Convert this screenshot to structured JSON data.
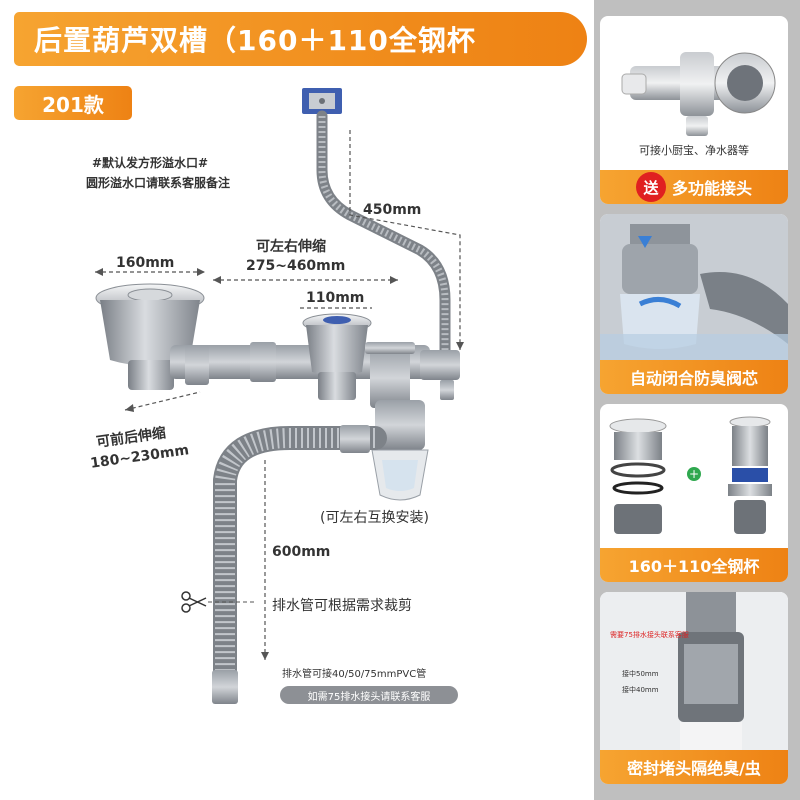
{
  "title": "后置葫芦双槽（160＋110全钢杯",
  "model": "201款",
  "notes": {
    "line1": "#默认发方形溢水口#",
    "line2": "圆形溢水口请联系客服备注"
  },
  "dimensions": {
    "overflow_hose": "450mm",
    "stretch_lr_label": "可左右伸缩",
    "stretch_lr_range": "275~460mm",
    "left_cup": "160mm",
    "right_cup": "110mm",
    "stretch_fb_label": "可前后伸缩",
    "stretch_fb_range": "180~230mm",
    "swap_note": "(可左右互换安装)",
    "drain_length": "600mm",
    "cut_note": "排水管可根据需求裁剪"
  },
  "bottom_notes": {
    "pvc": "排水管可接40/50/75mmPVC管",
    "service": "如需75排水接头请联系客服"
  },
  "cards": [
    {
      "caption": "可接小厨宝、净水器等",
      "badge": "送",
      "label": "多功能接头"
    },
    {
      "label": "自动闭合防臭阀芯"
    },
    {
      "label": "160＋110全钢杯"
    },
    {
      "label": "密封堵头隔绝臭/虫",
      "inner_red": "需要75排水接头联系客服",
      "tag1": "接中50mm",
      "tag2": "接中40mm"
    }
  ],
  "colors": {
    "accent": "#f08a1a",
    "side_bg": "#bfbfbf"
  }
}
